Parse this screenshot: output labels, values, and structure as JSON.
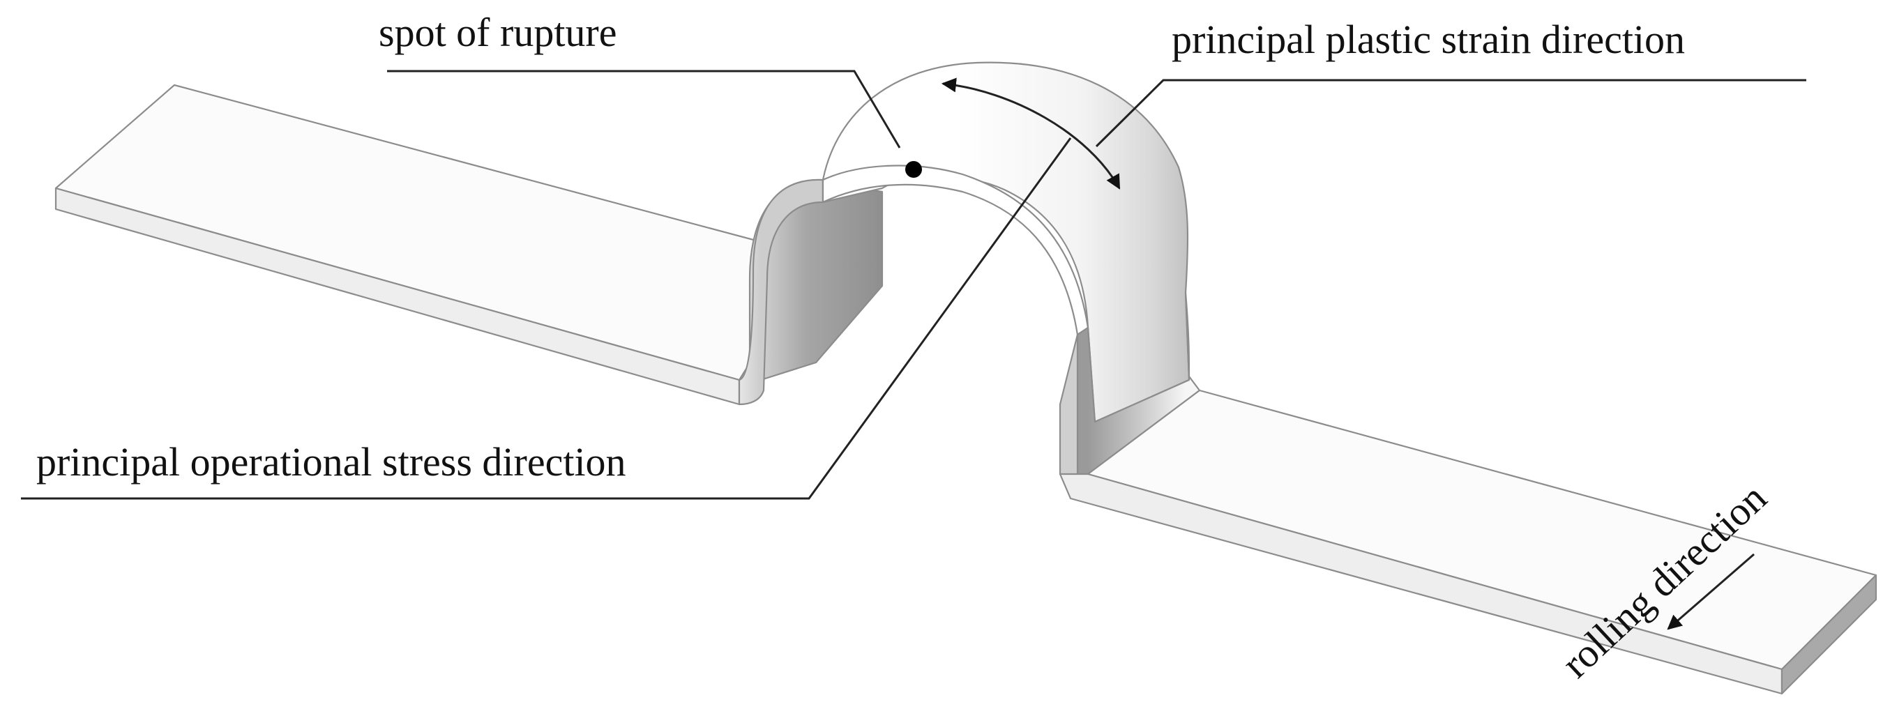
{
  "labels": {
    "spot_of_rupture": "spot of rupture",
    "principal_plastic_strain_direction": "principal plastic strain direction",
    "principal_operational_stress_direction": "principal operational stress direction",
    "rolling_direction": "rolling direction"
  },
  "colors": {
    "background": "#ffffff",
    "sheet_face": "#fbfbfb",
    "sheet_edge": "#8c8c8c",
    "inner_shadow": "#9e9e9e",
    "text": "#111111",
    "marker": "#000000"
  }
}
